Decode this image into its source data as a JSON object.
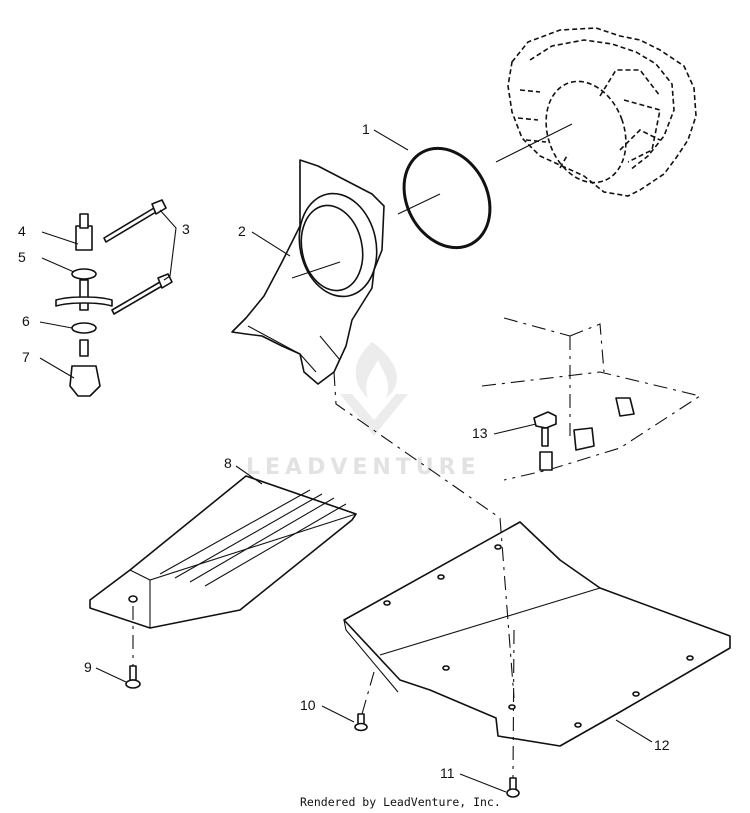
{
  "watermark": {
    "text": "LEADVENTURE"
  },
  "credit": "Rendered by LeadVenture, Inc.",
  "callouts": [
    "1",
    "2",
    "3",
    "4",
    "5",
    "6",
    "7",
    "8",
    "9",
    "10",
    "11",
    "12",
    "13"
  ]
}
